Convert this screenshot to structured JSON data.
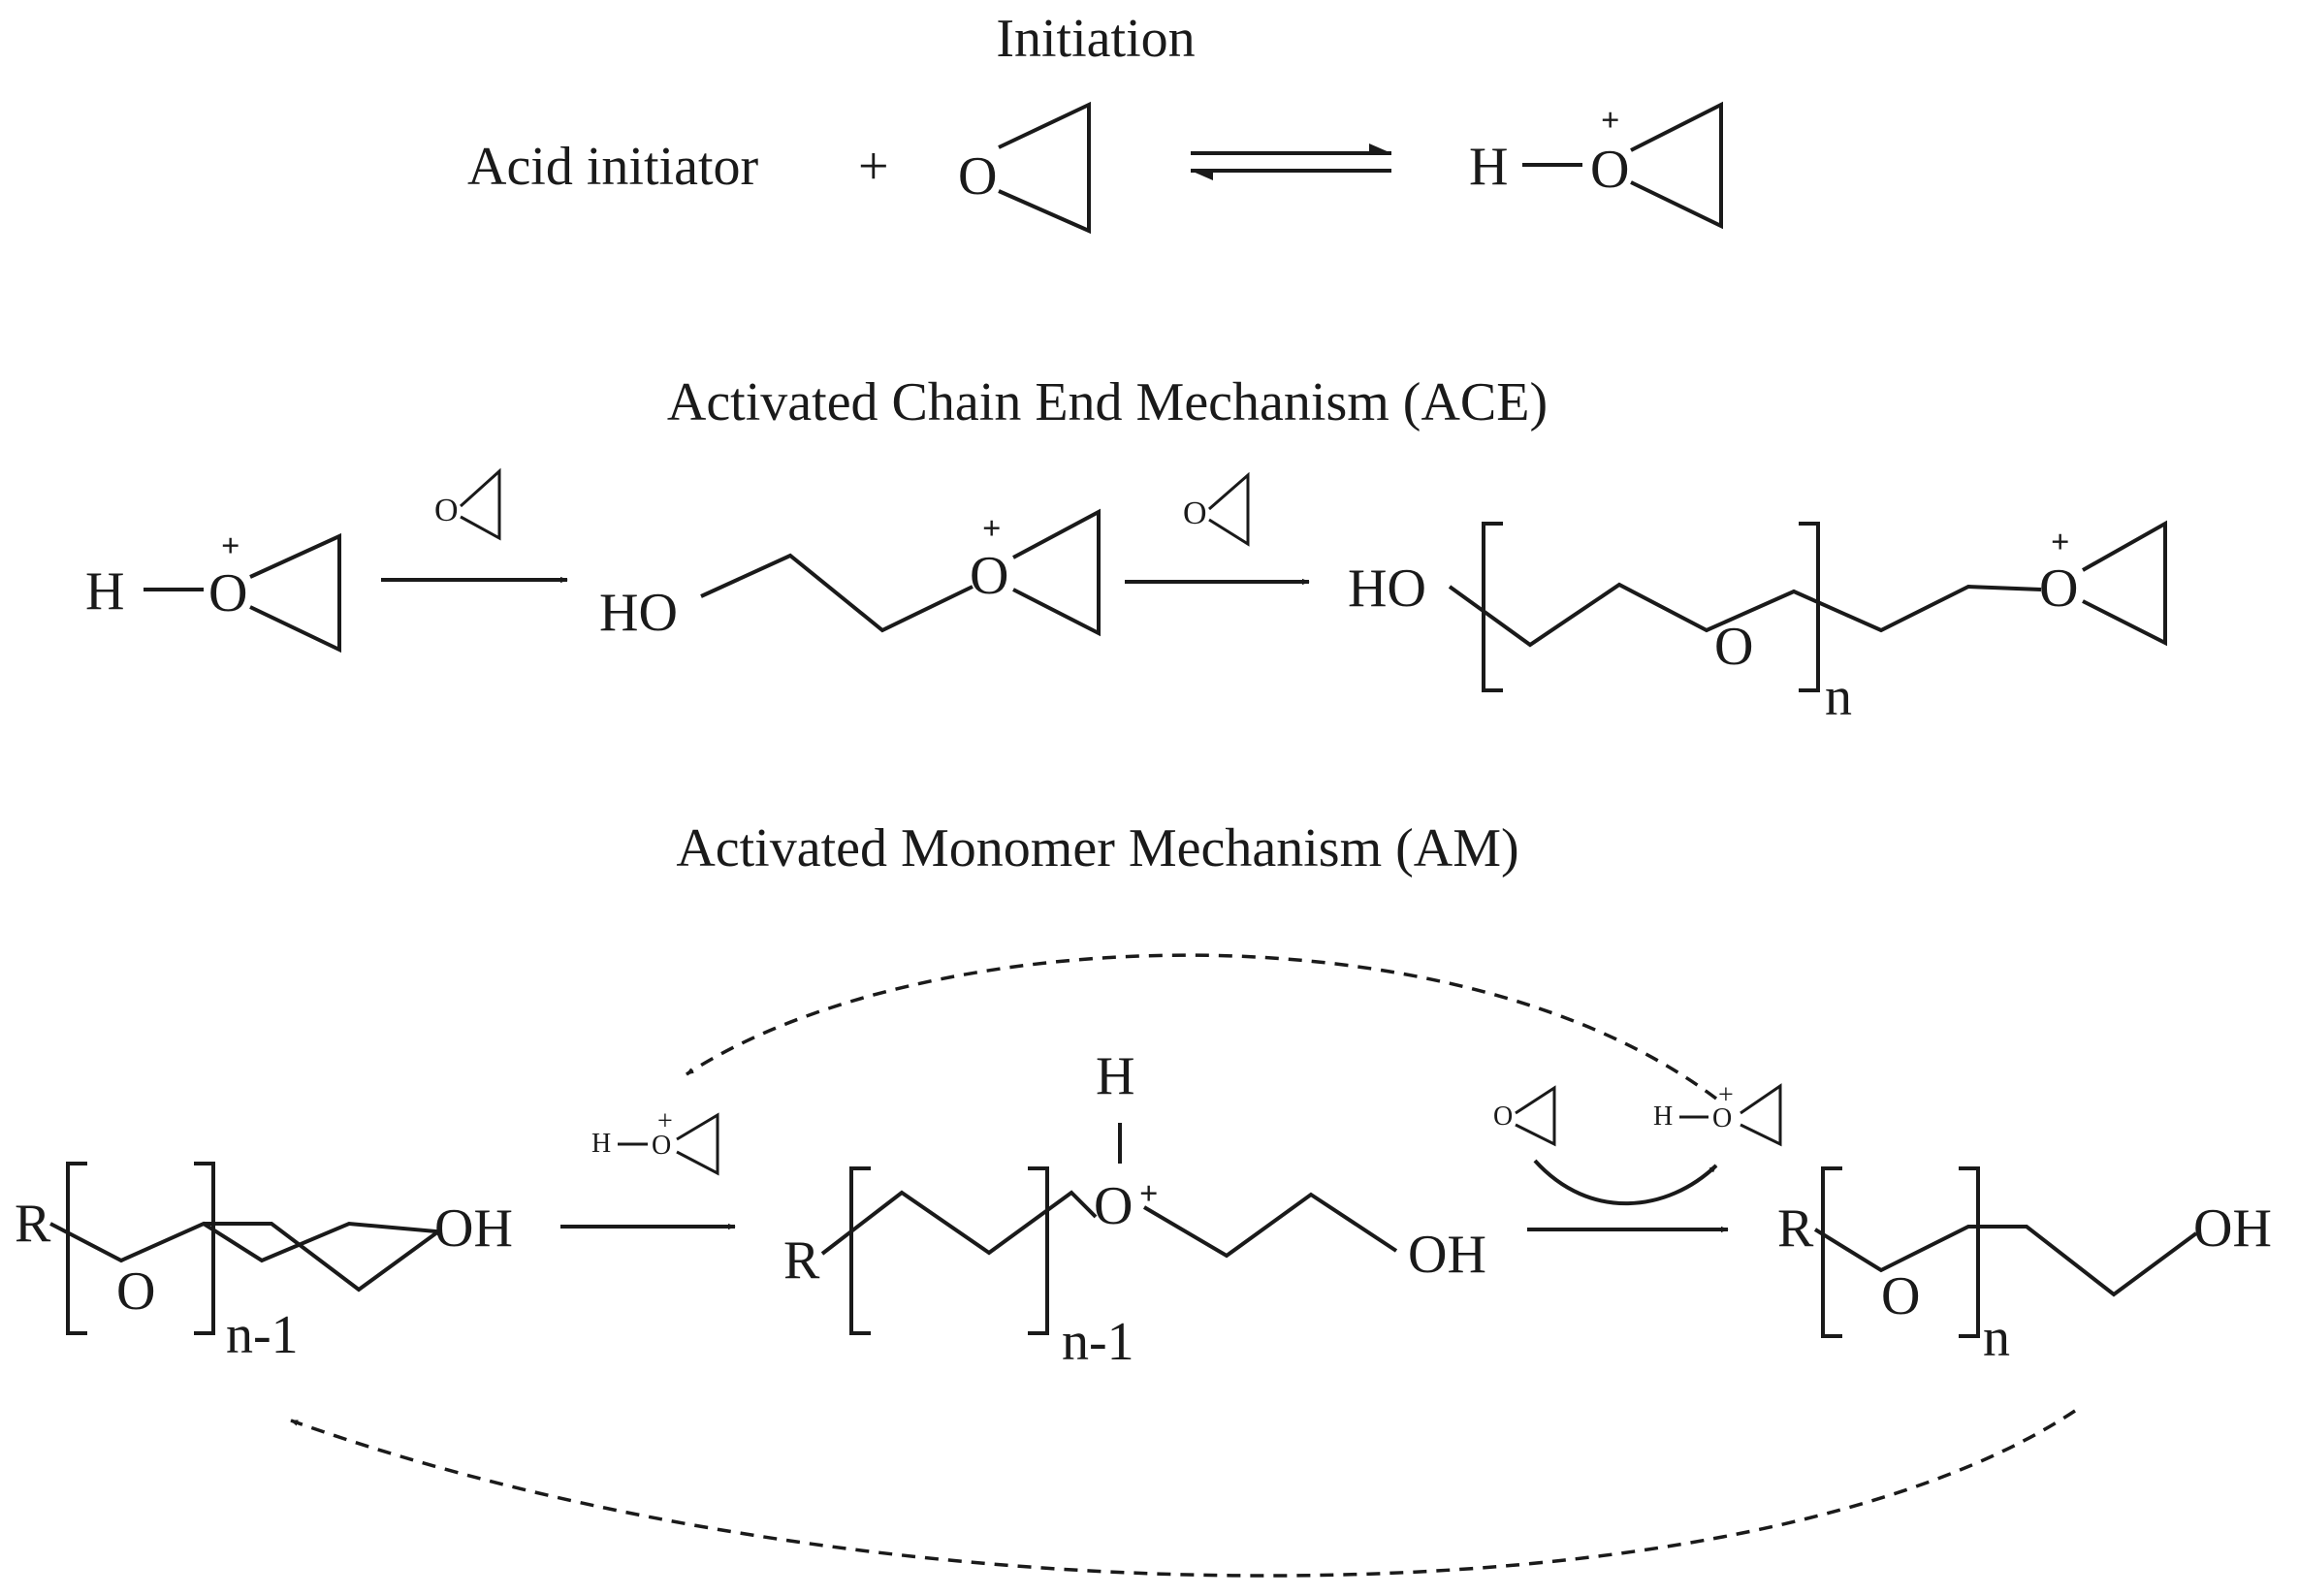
{
  "titles": {
    "initiation": "Initiation",
    "ace": "Activated Chain End Mechanism (ACE)",
    "am": "Activated Monomer Mechanism (AM)"
  },
  "initiation": {
    "reagent": "Acid initiator",
    "plus": "+",
    "oxygen": "O",
    "hydrogen": "H",
    "charge": "+"
  },
  "ace": {
    "hydrogen": "H",
    "oxygen": "O",
    "charge": "+",
    "hydroxyl": "HO",
    "repeat_n": "n"
  },
  "am": {
    "r_group": "R",
    "oxygen": "O",
    "hydroxyl": "OH",
    "hydrogen": "H",
    "charge": "+",
    "repeat_n_minus_1": "n-1",
    "repeat_n": "n"
  }
}
